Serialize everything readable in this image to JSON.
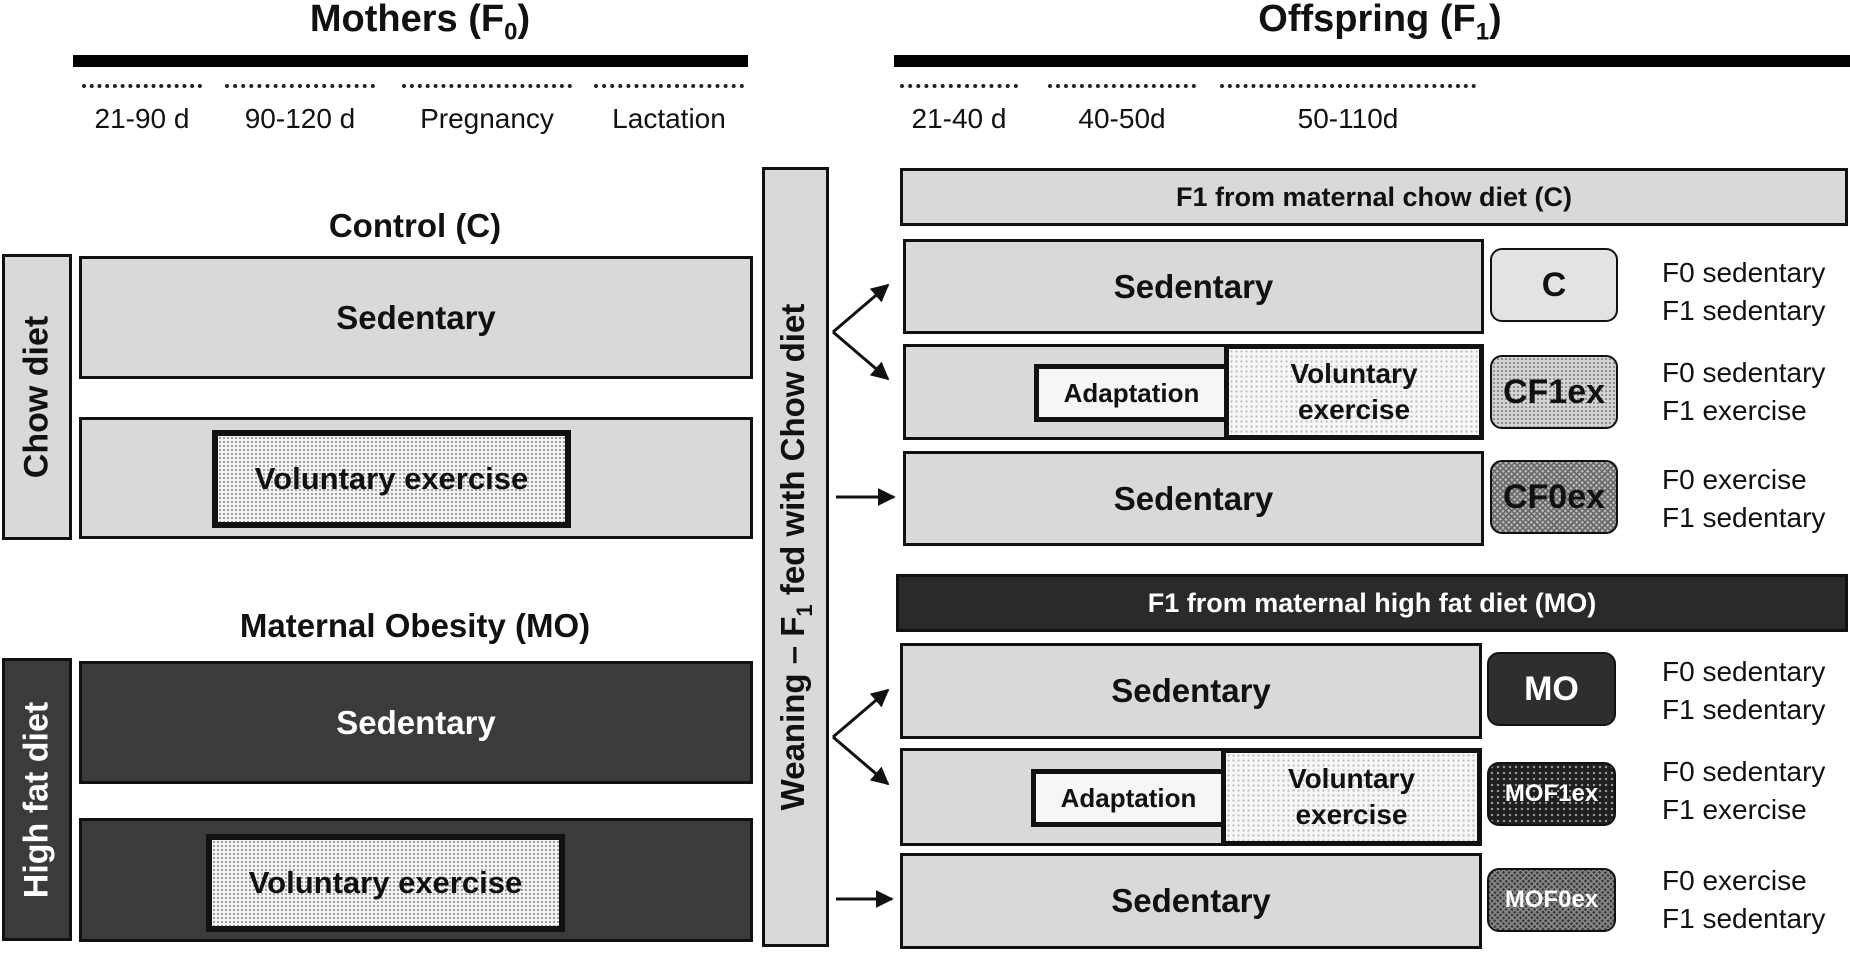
{
  "mothers": {
    "title": "Mothers (F",
    "title_sub": "0",
    "title_end": ")",
    "periods": [
      "21-90 d",
      "90-120 d",
      "Pregnancy",
      "Lactation"
    ],
    "control_heading": "Control  (C)",
    "obesity_heading": "Maternal Obesity (MO)",
    "chow_label": "Chow diet",
    "hfd_label": "High fat diet",
    "sedentary": "Sedentary",
    "voluntary_exercise": "Voluntary exercise"
  },
  "weaning": {
    "pre": "Weaning – F",
    "sub": "1",
    "post": " fed with Chow diet"
  },
  "offspring": {
    "title": "Offspring (F",
    "title_sub": "1",
    "title_end": ")",
    "periods": [
      "21-40 d",
      "40-50d",
      "50-110d"
    ],
    "chow_header": "F1 from maternal chow diet  (C)",
    "hfd_header": "F1 from maternal high fat diet  (MO)",
    "sedentary": "Sedentary",
    "adaptation": "Adaptation",
    "voluntary": "Voluntary",
    "exercise": "exercise"
  },
  "groups": [
    {
      "code": "C",
      "lines": [
        "F0 sedentary",
        "F1 sedentary"
      ]
    },
    {
      "code": "CF1ex",
      "lines": [
        "F0 sedentary",
        "F1 exercise"
      ]
    },
    {
      "code": "CF0ex",
      "lines": [
        "F0 exercise",
        "F1 sedentary"
      ]
    },
    {
      "code": "MO",
      "lines": [
        "F0 sedentary",
        "F1 sedentary"
      ]
    },
    {
      "code": "MOF1ex",
      "lines": [
        "F0 sedentary",
        "F1 exercise"
      ]
    },
    {
      "code": "MOF0ex",
      "lines": [
        "F0 exercise",
        "F1 sedentary"
      ]
    }
  ],
  "colors": {
    "light_gray": "#d9d9d9",
    "dark_gray": "#3b3b3b",
    "black": "#111111"
  }
}
